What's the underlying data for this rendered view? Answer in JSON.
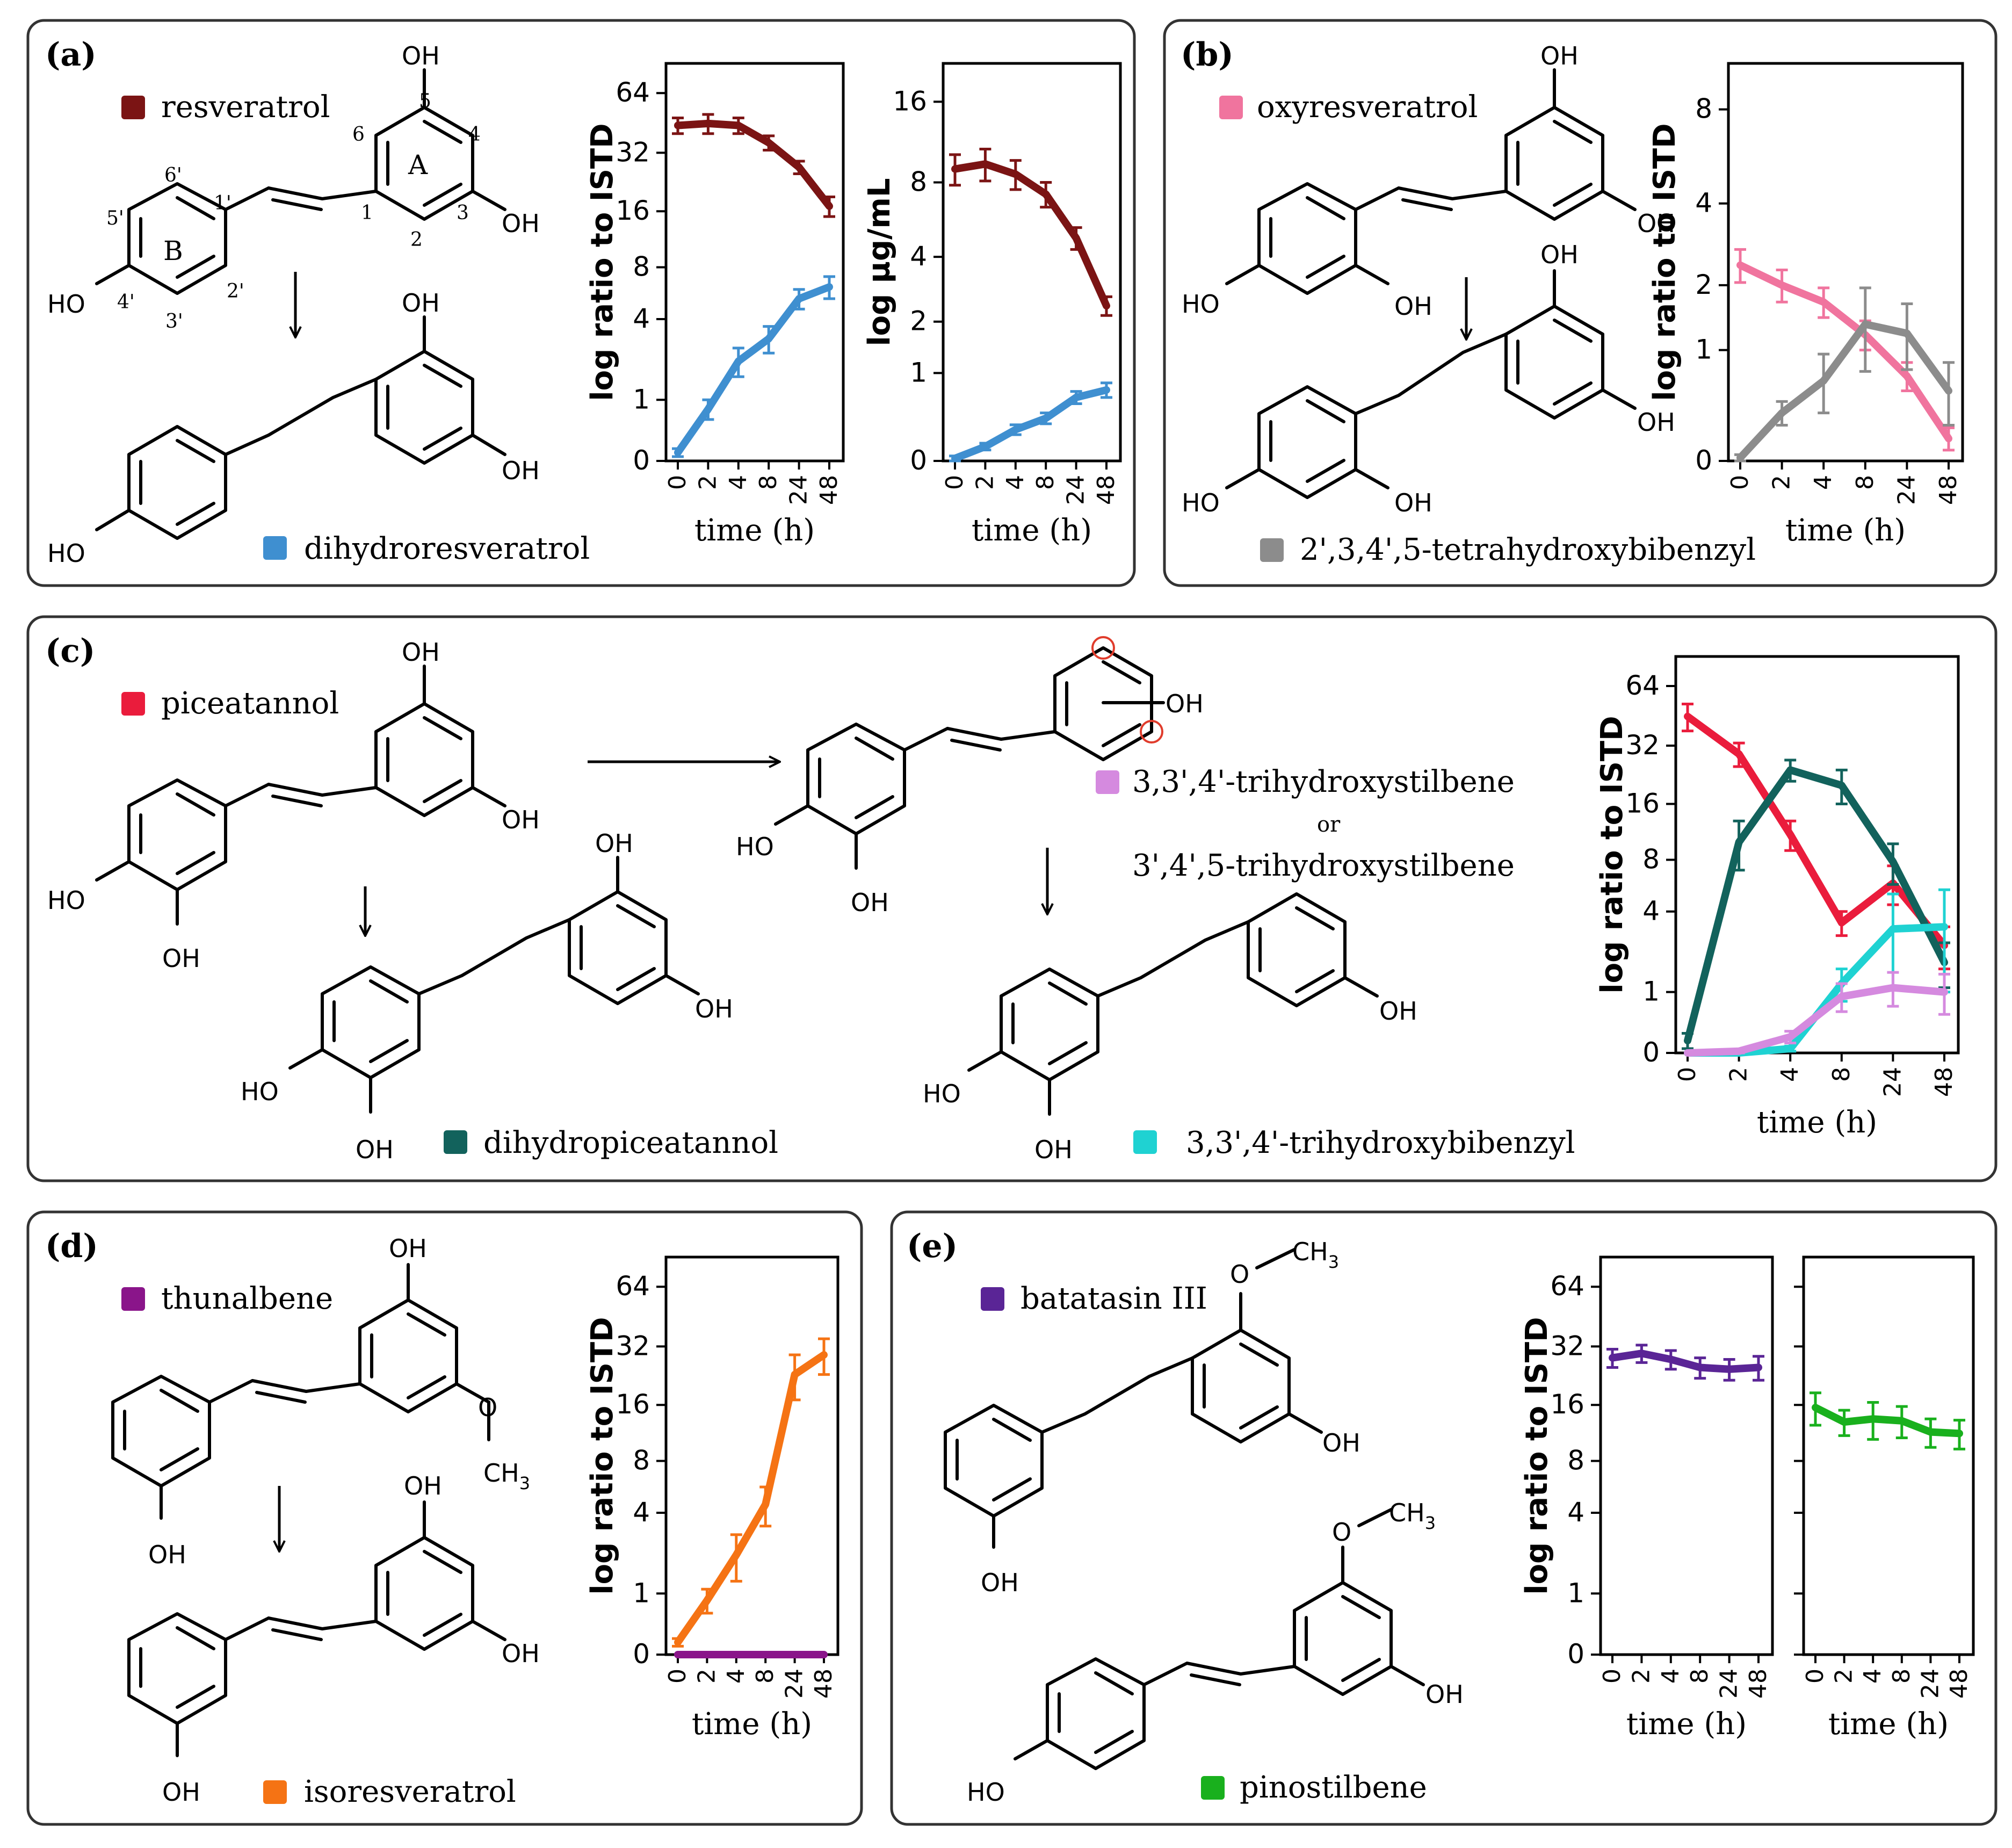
{
  "panels": {
    "a": {
      "label": "(a)"
    },
    "b": {
      "label": "(b)"
    },
    "c": {
      "label": "(c)"
    },
    "d": {
      "label": "(d)"
    },
    "e": {
      "label": "(e)"
    }
  },
  "legend": {
    "resveratrol": "resveratrol",
    "dihydroresveratrol": "dihydroresveratrol",
    "oxyresveratrol": "oxyresveratrol",
    "tetrahydroxybibenzyl": "2',3,4',5-tetrahydroxybibenzyl",
    "piceatannol": "piceatannol",
    "trihydroxystilbene1": "3,3',4'-trihydroxystilbene",
    "or": "or",
    "trihydroxystilbene2": "3',4',5-trihydroxystilbene",
    "dihydropiceatannol": "dihydropiceatannol",
    "trihydroxybibenzyl": "3,3',4'-trihydroxybibenzyl",
    "thunalbene": "thunalbene",
    "isoresveratrol": "isoresveratrol",
    "batatasin": "batatasin III",
    "pinostilbene": "pinostilbene"
  },
  "chem": {
    "oh": "OH",
    "ho": "HO",
    "o": "O",
    "ch3": "CH",
    "sub3": "3",
    "ringA": "A",
    "ringB": "B",
    "num": {
      "n5": "5",
      "n4": "4",
      "n6": "6",
      "n1": "1",
      "n3": "3",
      "n2": "2",
      "n6p": "6'",
      "n1p": "1'",
      "n5p": "5'",
      "n4p": "4'",
      "n3p": "3'",
      "n2p": "2'"
    }
  },
  "colors": {
    "resveratrol": "#7b1414",
    "dihydroresveratrol": "#3f8fd0",
    "oxyresveratrol": "#f0749e",
    "tetrahydroxybibenzyl": "#8c8c8c",
    "piceatannol": "#ea1c3c",
    "trihydroxystilbene": "#d58adf",
    "dihydropiceatannol": "#12625c",
    "trihydroxybibenzyl": "#1fd2d2",
    "thunalbene": "#8a158a",
    "isoresveratrol": "#f57314",
    "batatasin": "#5a2596",
    "pinostilbene": "#19b01d"
  },
  "chart_data": [
    {
      "id": "a1",
      "type": "line",
      "panel": "(a)",
      "xlabel": "time (h)",
      "ylabel": "log ratio to ISTD",
      "categories": [
        "0",
        "2",
        "4",
        "8",
        "24",
        "48"
      ],
      "yscale": "log2-with-zero",
      "yticks": [
        {
          "v": 0,
          "t": "0"
        },
        {
          "v": 1,
          "t": "1"
        },
        {
          "v": 4,
          "t": "4"
        },
        {
          "v": 8,
          "t": "8"
        },
        {
          "v": 16,
          "t": "16"
        },
        {
          "v": 32,
          "t": "32"
        },
        {
          "v": 64,
          "t": "64"
        }
      ],
      "series": [
        {
          "name": "resveratrol",
          "color": "#7b1414",
          "values": [
            44,
            45,
            44,
            36,
            27,
            17
          ],
          "errors": [
            4,
            5,
            4,
            3,
            2,
            2
          ]
        },
        {
          "name": "dihydroresveratrol",
          "color": "#3f8fd0",
          "values": [
            0.1,
            0.8,
            2.1,
            3.0,
            5.3,
            6.2
          ],
          "errors": [
            0.05,
            0.2,
            0.5,
            0.6,
            0.7,
            0.9
          ]
        }
      ]
    },
    {
      "id": "a2",
      "type": "line",
      "panel": "(a)",
      "xlabel": "time (h)",
      "ylabel": "log µg/mL",
      "categories": [
        "0",
        "2",
        "4",
        "8",
        "24",
        "48"
      ],
      "yscale": "log2-with-zero",
      "yticks": [
        {
          "v": 0,
          "t": "0"
        },
        {
          "v": 1,
          "t": "1"
        },
        {
          "v": 2,
          "t": "2"
        },
        {
          "v": 4,
          "t": "4"
        },
        {
          "v": 8,
          "t": "8"
        },
        {
          "v": 16,
          "t": "16"
        }
      ],
      "series": [
        {
          "name": "resveratrol",
          "color": "#7b1414",
          "values": [
            9.0,
            9.4,
            8.6,
            7.2,
            4.8,
            2.4
          ],
          "errors": [
            1.2,
            1.3,
            1.1,
            0.8,
            0.5,
            0.25
          ]
        },
        {
          "name": "dihydroresveratrol",
          "color": "#3f8fd0",
          "values": [
            0.02,
            0.12,
            0.28,
            0.4,
            0.65,
            0.75
          ],
          "errors": [
            0.02,
            0.03,
            0.05,
            0.06,
            0.08,
            0.1
          ]
        }
      ]
    },
    {
      "id": "b",
      "type": "line",
      "panel": "(b)",
      "xlabel": "time (h)",
      "ylabel": "log ratio to ISTD",
      "categories": [
        "0",
        "2",
        "4",
        "8",
        "24",
        "48"
      ],
      "yscale": "log2-with-zero",
      "ymax": 11,
      "yticks": [
        {
          "v": 0,
          "t": "0"
        },
        {
          "v": 1,
          "t": "1"
        },
        {
          "v": 2,
          "t": "2"
        },
        {
          "v": 4,
          "t": "4"
        },
        {
          "v": 8,
          "t": "8"
        }
      ],
      "series": [
        {
          "name": "oxyresveratrol",
          "color": "#f0749e",
          "values": [
            2.4,
            2.0,
            1.7,
            1.2,
            0.7,
            0.15
          ],
          "errors": [
            0.35,
            0.3,
            0.25,
            0.2,
            0.15,
            0.08
          ]
        },
        {
          "name": "2',3,4',5-tetrahydroxybibenzyl",
          "color": "#8c8c8c",
          "values": [
            0.02,
            0.35,
            0.65,
            1.35,
            1.22,
            0.55
          ],
          "errors": [
            0.02,
            0.1,
            0.3,
            0.6,
            0.45,
            0.3
          ]
        }
      ]
    },
    {
      "id": "c",
      "type": "line",
      "panel": "(c)",
      "xlabel": "time (h)",
      "ylabel": "log ratio to ISTD",
      "categories": [
        "0",
        "2",
        "4",
        "8",
        "24",
        "48"
      ],
      "yscale": "log2-with-zero",
      "yticks": [
        {
          "v": 0,
          "t": "0"
        },
        {
          "v": 1,
          "t": "1"
        },
        {
          "v": 4,
          "t": "4"
        },
        {
          "v": 8,
          "t": "8"
        },
        {
          "v": 16,
          "t": "16"
        },
        {
          "v": 32,
          "t": "32"
        },
        {
          "v": 64,
          "t": "64"
        }
      ],
      "series": [
        {
          "name": "piceatannol",
          "color": "#ea1c3c",
          "values": [
            45,
            29,
            11,
            3.4,
            5.9,
            2.4
          ],
          "errors": [
            7,
            4,
            2,
            0.6,
            1.5,
            0.8
          ]
        },
        {
          "name": "dihydropiceatannol",
          "color": "#12625c",
          "values": [
            0.15,
            10,
            24,
            20,
            7.8,
            1.8
          ],
          "errors": [
            0.1,
            3,
            3,
            4,
            2,
            0.7
          ]
        },
        {
          "name": "3,3',4'-trihydroxybibenzyl",
          "color": "#1fd2d2",
          "values": [
            0.0,
            0.0,
            0.05,
            1.2,
            3.1,
            3.2
          ],
          "errors": [
            0,
            0,
            0.03,
            0.4,
            2.0,
            2.2
          ]
        },
        {
          "name": "3,3',4'-trihydroxystilbene or 3',4',5-trihydroxystilbene",
          "color": "#d58adf",
          "values": [
            0.0,
            0.02,
            0.2,
            0.9,
            1.1,
            1.0
          ],
          "errors": [
            0,
            0.02,
            0.08,
            0.3,
            0.4,
            0.45
          ]
        }
      ]
    },
    {
      "id": "d",
      "type": "line",
      "panel": "(d)",
      "xlabel": "time (h)",
      "ylabel": "log ratio to ISTD",
      "categories": [
        "0",
        "2",
        "4",
        "8",
        "24",
        "48"
      ],
      "yscale": "log2-with-zero",
      "yticks": [
        {
          "v": 0,
          "t": "0"
        },
        {
          "v": 1,
          "t": "1"
        },
        {
          "v": 4,
          "t": "4"
        },
        {
          "v": 8,
          "t": "8"
        },
        {
          "v": 16,
          "t": "16"
        },
        {
          "v": 32,
          "t": "32"
        },
        {
          "v": 64,
          "t": "64"
        }
      ],
      "series": [
        {
          "name": "thunalbene",
          "color": "#8a158a",
          "values": [
            0,
            0,
            0,
            0,
            0,
            0
          ],
          "errors": [
            0,
            0,
            0,
            0,
            0,
            0
          ]
        },
        {
          "name": "isoresveratrol",
          "color": "#f57314",
          "values": [
            0.15,
            0.85,
            2.1,
            4.5,
            23,
            29
          ],
          "errors": [
            0.05,
            0.25,
            0.8,
            1.2,
            6,
            6
          ]
        }
      ]
    },
    {
      "id": "e1",
      "type": "line",
      "panel": "(e)",
      "xlabel": "time (h)",
      "ylabel": "log ratio to ISTD",
      "categories": [
        "0",
        "2",
        "4",
        "8",
        "24",
        "48"
      ],
      "yscale": "log2-with-zero",
      "yticks": [
        {
          "v": 0,
          "t": "0"
        },
        {
          "v": 1,
          "t": "1"
        },
        {
          "v": 4,
          "t": "4"
        },
        {
          "v": 8,
          "t": "8"
        },
        {
          "v": 16,
          "t": "16"
        },
        {
          "v": 32,
          "t": "32"
        },
        {
          "v": 64,
          "t": "64"
        }
      ],
      "series": [
        {
          "name": "batatasin III",
          "color": "#5a2596",
          "values": [
            28,
            29.5,
            27.5,
            25,
            24.5,
            25
          ],
          "errors": [
            3,
            3,
            3,
            3,
            3,
            3.5
          ]
        }
      ]
    },
    {
      "id": "e2",
      "type": "line",
      "panel": "(e)",
      "xlabel": "time (h)",
      "categories": [
        "0",
        "2",
        "4",
        "8",
        "24",
        "48"
      ],
      "yscale": "log2-with-zero",
      "ylim_ref": "same as e1",
      "series": [
        {
          "name": "pinostilbene",
          "color": "#19b01d",
          "values": [
            15.5,
            13,
            13.5,
            13.2,
            11.5,
            11.3
          ],
          "errors": [
            3,
            2,
            3,
            2.5,
            2,
            2
          ]
        }
      ]
    }
  ]
}
